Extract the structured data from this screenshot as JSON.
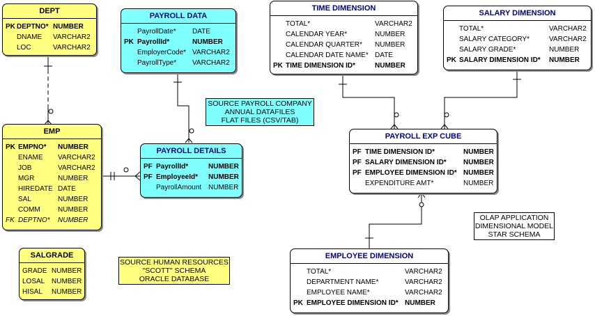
{
  "entities": {
    "dept": {
      "title": "DEPT",
      "rows": [
        {
          "key": "PK",
          "name": "DEPTNO*",
          "type": "NUMBER",
          "bold": true
        },
        {
          "key": "",
          "name": "DNAME",
          "type": "VARCHAR2"
        },
        {
          "key": "",
          "name": "LOC",
          "type": "VARCHAR2"
        }
      ]
    },
    "emp": {
      "title": "EMP",
      "rows": [
        {
          "key": "PK",
          "name": "EMPNO*",
          "type": "NUMBER",
          "bold": true
        },
        {
          "key": "",
          "name": "ENAME",
          "type": "VARCHAR2"
        },
        {
          "key": "",
          "name": "JOB",
          "type": "VARCHAR2"
        },
        {
          "key": "",
          "name": "MGR",
          "type": "NUMBER"
        },
        {
          "key": "",
          "name": "HIREDATE",
          "type": "DATE"
        },
        {
          "key": "",
          "name": "SAL",
          "type": "NUMBER"
        },
        {
          "key": "",
          "name": "COMM",
          "type": "NUMBER"
        },
        {
          "key": "FK",
          "name": "DEPTNO*",
          "type": "NUMBER",
          "italic": true
        }
      ]
    },
    "salgrade": {
      "title": "SALGRADE",
      "rows": [
        {
          "key": "",
          "name": "GRADE",
          "type": "NUMBER"
        },
        {
          "key": "",
          "name": "LOSAL",
          "type": "NUMBER"
        },
        {
          "key": "",
          "name": "HISAL",
          "type": "NUMBER"
        }
      ]
    },
    "payroll_data": {
      "title": "PAYROLL DATA",
      "rows": [
        {
          "key": "",
          "name": "PayrollDate*",
          "type": "DATE"
        },
        {
          "key": "PK",
          "name": "PayrollId*",
          "type": "NUMBER",
          "bold": true
        },
        {
          "key": "",
          "name": "EmployerCode*",
          "type": "VARCHAR2"
        },
        {
          "key": "",
          "name": "PayrollType*",
          "type": "VARCHAR2"
        }
      ]
    },
    "payroll_details": {
      "title": "PAYROLL DETAILS",
      "rows": [
        {
          "key": "PF",
          "name": "PayrollId*",
          "type": "NUMBER",
          "bold": true
        },
        {
          "key": "PF",
          "name": "EmployeeId*",
          "type": "NUMBER",
          "bold": true
        },
        {
          "key": "",
          "name": "PayrollAmount",
          "type": "NUMBER"
        }
      ]
    },
    "time_dimension": {
      "title": "TIME DIMENSION",
      "rows": [
        {
          "key": "",
          "name": "TOTAL*",
          "type": "VARCHAR2"
        },
        {
          "key": "",
          "name": "CALENDAR YEAR*",
          "type": "NUMBER"
        },
        {
          "key": "",
          "name": "CALENDAR QUARTER*",
          "type": "NUMBER"
        },
        {
          "key": "",
          "name": "CALENDAR DATE NAME*",
          "type": "DATE"
        },
        {
          "key": "PK",
          "name": "TIME DIMENSION ID*",
          "type": "NUMBER",
          "bold": true
        }
      ]
    },
    "salary_dimension": {
      "title": "SALARY DIMENSION",
      "rows": [
        {
          "key": "",
          "name": "TOTAL*",
          "type": "VARCHAR2"
        },
        {
          "key": "",
          "name": "SALARY CATEGORY*",
          "type": "VARCHAR2"
        },
        {
          "key": "",
          "name": "SALARY GRADE*",
          "type": "NUMBER"
        },
        {
          "key": "PK",
          "name": "SALARY DIMENSION ID*",
          "type": "NUMBER",
          "bold": true
        }
      ]
    },
    "payroll_exp_cube": {
      "title": "PAYROLL EXP CUBE",
      "rows": [
        {
          "key": "PF",
          "name": "TIME DIMENSION ID*",
          "type": "NUMBER",
          "bold": true
        },
        {
          "key": "PF",
          "name": "SALARY DIMENSION ID*",
          "type": "NUMBER",
          "bold": true
        },
        {
          "key": "PF",
          "name": "EMPLOYEE DIMENSION ID*",
          "type": "NUMBER",
          "bold": true
        },
        {
          "key": "",
          "name": "EXPENDITURE AMT*",
          "type": "NUMBER"
        }
      ]
    },
    "employee_dimension": {
      "title": "EMPLOYEE DIMENSION",
      "rows": [
        {
          "key": "",
          "name": "TOTAL*",
          "type": "VARCHAR2"
        },
        {
          "key": "",
          "name": "DEPARTMENT NAME*",
          "type": "VARCHAR2"
        },
        {
          "key": "",
          "name": "EMPLOYEE NAME*",
          "type": "VARCHAR2"
        },
        {
          "key": "PK",
          "name": "EMPLOYEE DIMENSION ID*",
          "type": "NUMBER",
          "bold": true
        }
      ]
    }
  },
  "notes": {
    "payroll_source": [
      "SOURCE PAYROLL COMPANY",
      "ANNUAL DATAFILES",
      "FLAT FILES (CSV/TAB)"
    ],
    "hr_source": [
      "SOURCE HUMAN RESOURCES",
      "\"SCOTT\" SCHEMA",
      "ORACLE DATABASE"
    ],
    "olap": [
      "OLAP APPLICATION",
      "DIMENSIONAL MODEL",
      "STAR SCHEMA"
    ]
  },
  "colors": {
    "source_hr_fill": "#ffff80",
    "source_payroll_fill": "#80ffff",
    "olap_fill": "#ffffff",
    "title_blue": "#00008b",
    "shadow": "#8a8a8a"
  }
}
